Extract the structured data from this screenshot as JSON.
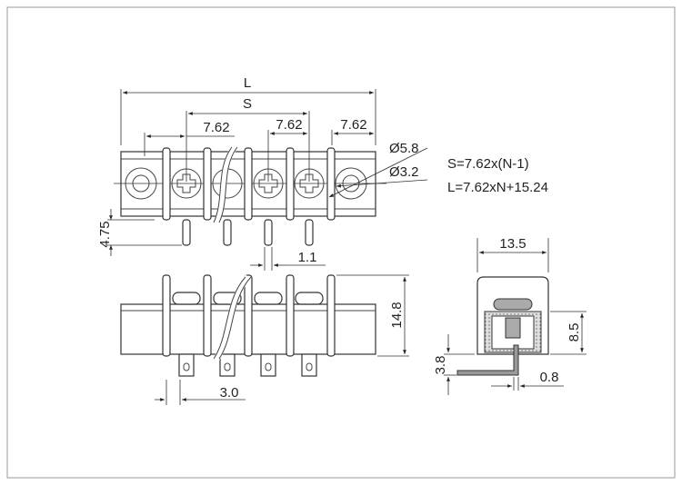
{
  "top_view": {
    "dim_L": "L",
    "dim_S": "S",
    "pitch_left": "7.62",
    "pitch_mid": "7.62",
    "pitch_right": "7.62",
    "hole_outer": "Ø5.8",
    "hole_inner": "Ø3.2",
    "pin_height": "4.75",
    "pin_width": "1.1"
  },
  "formulas": {
    "s": "S=7.62x(N-1)",
    "l": "L=7.62xN+15.24"
  },
  "front_view": {
    "height": "14.8",
    "tab_width": "3.0"
  },
  "side_view": {
    "width": "13.5",
    "body_height": "8.5",
    "pin_offset": "3.8",
    "pin_thickness": "0.8"
  }
}
